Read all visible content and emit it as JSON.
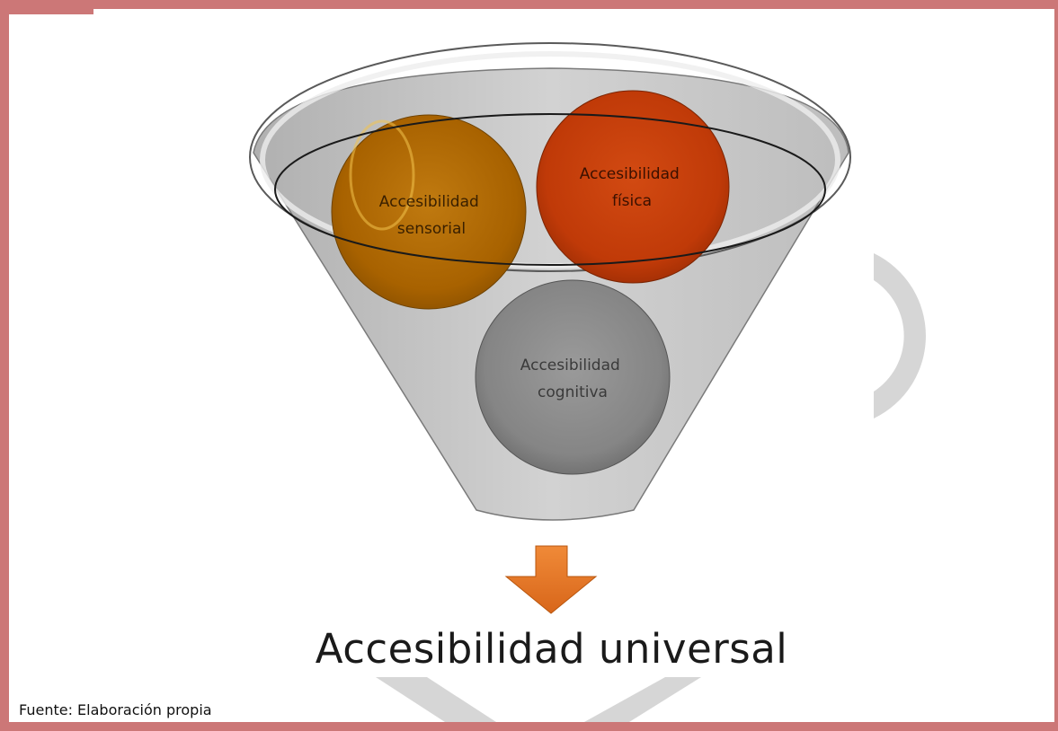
{
  "diagram": {
    "nodes": [
      {
        "id": "sensorial",
        "label_lines": [
          "Accesibilidad",
          "sensorial"
        ],
        "color": "#b06a00",
        "text_color": "#3a2000"
      },
      {
        "id": "fisica",
        "label_lines": [
          "Accesibilidad",
          "física"
        ],
        "color": "#c43c0a",
        "text_color": "#3a1000"
      },
      {
        "id": "cognitiva",
        "label_lines": [
          "Accesibilidad",
          "cognitiva"
        ],
        "color": "#8a8a8a",
        "text_color": "#3a3a3a"
      }
    ],
    "arrow_color": "#e07a2a",
    "result": "Accesibilidad universal"
  },
  "caption": "Fuente: Elaboración propia",
  "colors": {
    "frame": "#cc7777",
    "funnel": "#c8c8c8",
    "watermark": "#d6d6d6"
  }
}
